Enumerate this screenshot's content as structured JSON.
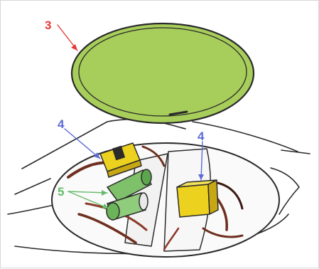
{
  "callouts": {
    "cover": {
      "label": "3",
      "color": "#e53935"
    },
    "connector_left": {
      "label": "4",
      "color": "#5b6bd6"
    },
    "connector_right": {
      "label": "4",
      "color": "#5b6bd6"
    },
    "grommets": {
      "label": "5",
      "color": "#66bb6a"
    }
  },
  "colors": {
    "cover_fill": "#a7cd5a",
    "cover_stroke": "#2a2a2a",
    "plug_yellow": "#ecd21e",
    "grommet_green": "#7fc06a",
    "wire_brown": "#6e2f1f"
  }
}
